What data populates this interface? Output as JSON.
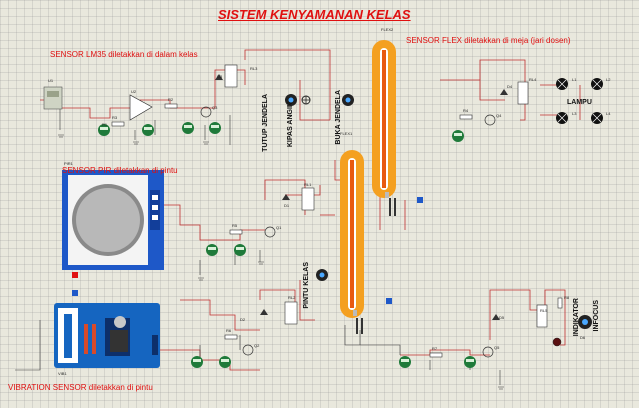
{
  "title": "SISTEM KENYAMANAN KELAS",
  "sections": {
    "lm35": "SENSOR LM35 diletakkan di dalam kelas",
    "flex": "SENSOR FLEX diletakkan di meja (jari dosen)",
    "pir": "SENSOR PIR diletakkan di pintu",
    "vibration": "VIBRATION SENSOR diletakkan di pintu"
  },
  "labels": {
    "tutup_jendela": "TUTUP JENDELA",
    "kipas_angin": "KIPAS ANGIN",
    "buka_jendela": "BUKA JENDELA",
    "pintu_kelas": "PINTU KELAS",
    "lampu": "LAMPU",
    "infocus": "INFOCUS",
    "indikator": "INDIKATOR"
  },
  "components": {
    "flex1": "FLEX1",
    "flex2": "FLEX2",
    "pir1": "PIR1",
    "vib1": "VIB1",
    "u1": "U1",
    "u2": "U2",
    "rl1": "RL1",
    "rl2": "RL2",
    "rl3": "RL3",
    "rl4": "RL4",
    "rl5": "RL5",
    "l1": "L1",
    "l2": "L2",
    "l3": "L3",
    "l4": "L4",
    "d1": "D1",
    "d2": "D2",
    "d3": "D3",
    "d4": "D4",
    "d5": "D5",
    "d6": "D6",
    "q1": "Q1",
    "q2": "Q2",
    "q3": "Q3",
    "q4": "Q4",
    "q5": "Q5",
    "r1": "R1",
    "r2": "R2",
    "r3": "R3",
    "r4": "R4",
    "r5": "R5",
    "r6": "R6",
    "r7": "R7",
    "r8": "R8"
  },
  "colors": {
    "flex_body": "#f4a020",
    "flex_strip": "#e85a10",
    "wire": "#c03030",
    "meter": "#1f7a3a",
    "pir_blue": "#1e58c8",
    "vib_blue": "#1565c0"
  }
}
